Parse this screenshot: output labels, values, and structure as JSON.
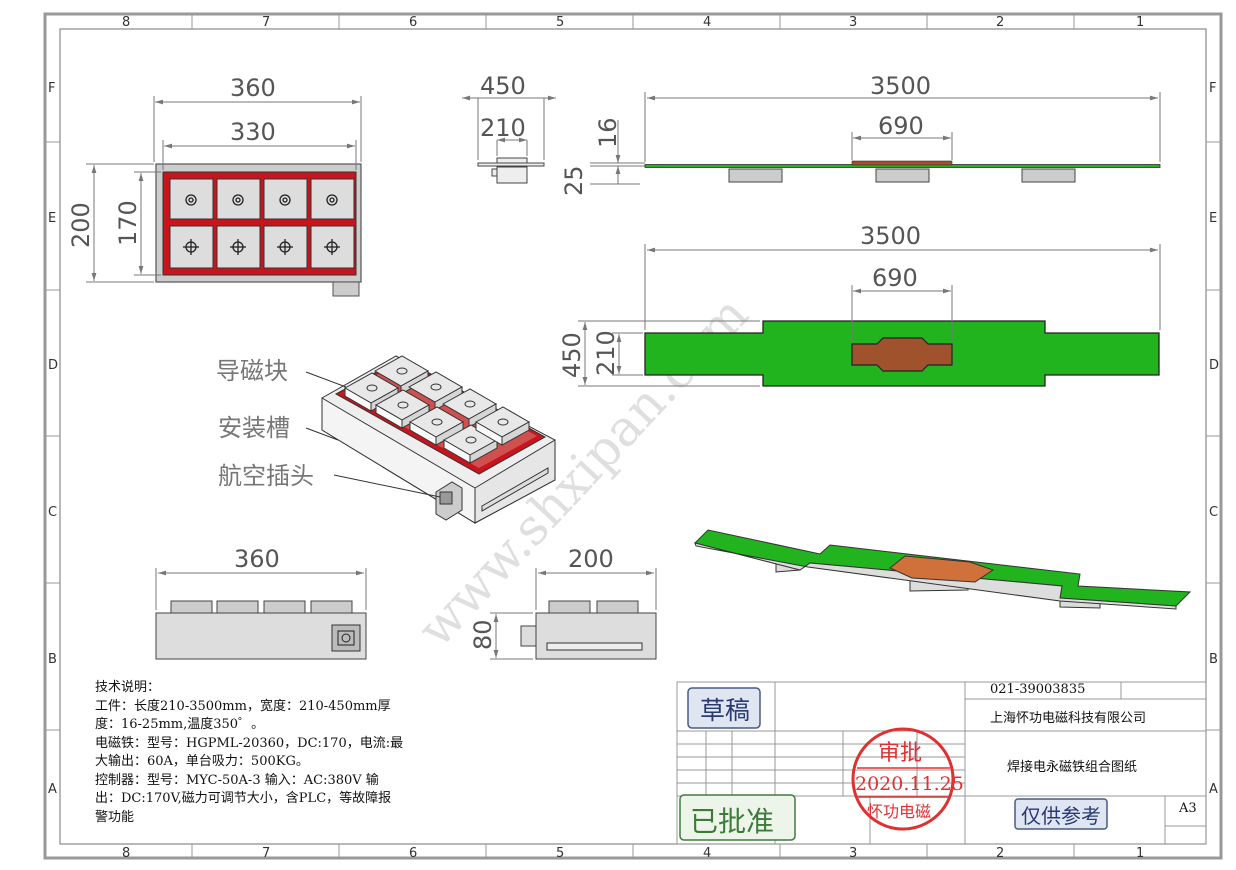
{
  "drawing": {
    "grid_cols": [
      "8",
      "7",
      "6",
      "5",
      "4",
      "3",
      "2",
      "1"
    ],
    "grid_rows": [
      "F",
      "E",
      "D",
      "C",
      "B",
      "A"
    ],
    "watermark": "www.shxipan.com"
  },
  "dims": {
    "top_width_outer": "360",
    "top_width_inner": "330",
    "top_height_outer": "200",
    "top_height_inner": "170",
    "side_width_outer": "450",
    "side_width_inner": "210",
    "side_h1": "16",
    "side_h2": "25",
    "long_len": "3500",
    "long_mid": "690",
    "plan_len": "3500",
    "plan_mid": "690",
    "plan_w_outer": "450",
    "plan_w_inner": "210",
    "front_width": "360",
    "end_width": "200",
    "end_height": "80"
  },
  "callouts": {
    "pole": "导磁块",
    "slot": "安装槽",
    "plug": "航空插头"
  },
  "tech_notes": [
    "技术说明：",
    "工件：长度210-3500mm，宽度：210-450mm厚",
    "度：16-25mm,温度350゜。",
    "电磁铁：型号：HGPML-20360，DC:170，电流:最",
    "大输出：60A，单台吸力：500KG。",
    "控制器：型号：MYC-50A-3 输入：AC:380V 输",
    "出：DC:170V,磁力可调节大小，含PLC，等故障报",
    "警功能"
  ],
  "title_block": {
    "stamp_draft": "草稿",
    "stamp_approved": "已批准",
    "phone": "021-39003835",
    "company": "上海怀功电磁科技有限公司",
    "drawing_title": "焊接电永磁铁组合图纸",
    "ref_only": "仅供参考",
    "sheet_size": "A3",
    "seal_top": "审批",
    "seal_date": "2020.11.25",
    "seal_bottom": "怀功电磁"
  },
  "colors": {
    "red_frame": "#c8141c",
    "green_part": "#22b41e",
    "copper": "#a0522d",
    "seal_red": "#e03030"
  }
}
